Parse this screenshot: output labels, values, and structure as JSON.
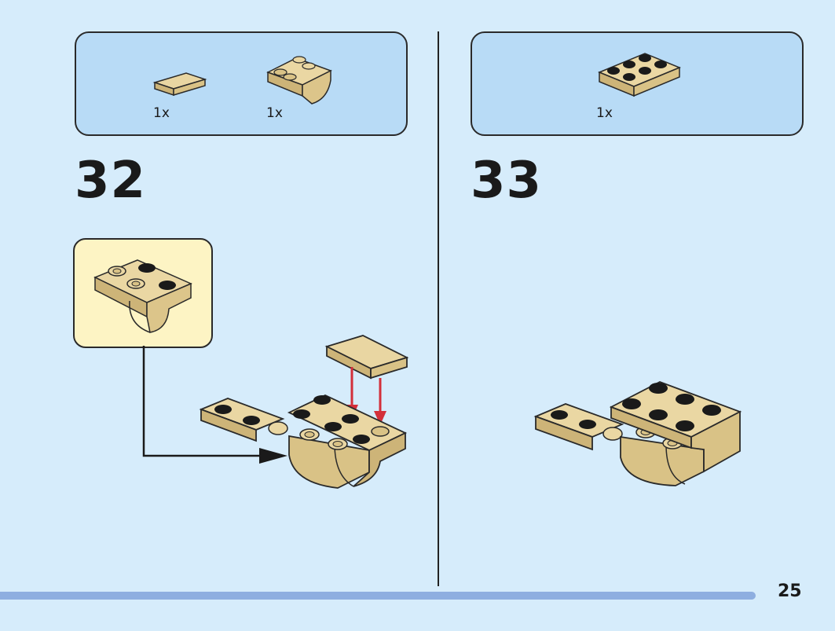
{
  "step32": {
    "number": "32",
    "parts": [
      {
        "qty": "1x",
        "icon": "tan-tile-1x2-icon"
      },
      {
        "qty": "1x",
        "icon": "tan-inverted-slope-icon"
      }
    ]
  },
  "step33": {
    "number": "33",
    "parts": [
      {
        "qty": "1x",
        "icon": "tan-plate-2x3-icon"
      }
    ]
  },
  "page": {
    "number": "25"
  },
  "colors": {
    "background": "#d6ecfb",
    "parts_box": "#b8dbf6",
    "callout": "#fdf4c4",
    "brick_tan": "#e3cd92",
    "arrow_red": "#d32f3a",
    "bar": "#8eaee0"
  }
}
